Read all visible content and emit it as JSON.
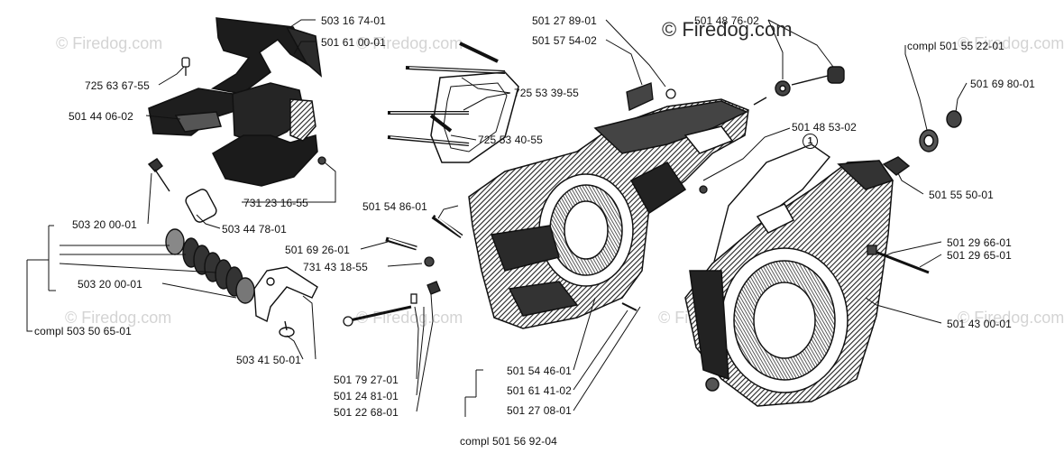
{
  "watermarks": [
    "© Firedog.com",
    "© Firedog.com",
    "© Firedog.com",
    "© Firedog.com",
    "© Firedog.com",
    "© Firedog.com",
    "© Firedog.com"
  ],
  "watermark_main": "© Firedog.com",
  "marker": "1",
  "labels": {
    "p503_16_74_01": "503 16 74-01",
    "p501_61_00_01": "501 61 00-01",
    "p725_63_67_55": "725 63 67-55",
    "p501_44_06_02": "501 44 06-02",
    "p731_23_16_55": "731 23 16-55",
    "p503_20_00_01_a": "503 20 00-01",
    "p503_44_78_01": "503 44 78-01",
    "p503_20_00_01_b": "503 20 00-01",
    "compl_503_50_65_01": "compl 503 50 65-01",
    "p503_41_50_01": "503 41 50-01",
    "p725_53_39_55": "725 53 39-55",
    "p725_53_40_55": "725 53 40-55",
    "p501_27_89_01": "501 27 89-01",
    "p501_57_54_02": "501 57 54-02",
    "p501_48_76_02": "501 48 76-02",
    "p501_48_53_02": "501 48 53-02",
    "compl_501_55_22_01": "compl 501 55 22-01",
    "p501_69_80_01": "501 69 80-01",
    "p501_55_50_01": "501 55 50-01",
    "p501_54_86_01": "501 54 86-01",
    "p501_69_26_01": "501 69 26-01",
    "p731_43_18_55": "731 43 18-55",
    "p501_29_66_01": "501 29 66-01",
    "p501_29_65_01": "501 29 65-01",
    "p501_43_00_01": "501 43 00-01",
    "p501_79_27_01": "501 79 27-01",
    "p501_24_81_01": "501 24 81-01",
    "p501_22_68_01": "501 22 68-01",
    "p501_54_46_01": "501 54 46-01",
    "p501_61_41_02": "501 61 41-02",
    "p501_27_08_01": "501 27 08-01",
    "compl_501_56_92_04": "compl 501 56 92-04"
  }
}
